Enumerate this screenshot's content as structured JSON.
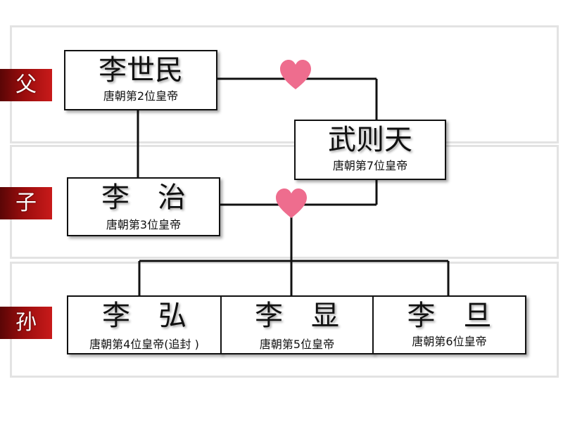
{
  "generations": {
    "father": "父",
    "son": "子",
    "grandson": "孙"
  },
  "people": {
    "li_shimin": {
      "name": "李世民",
      "note": "唐朝第2位皇帝"
    },
    "wu_zetian": {
      "name": "武则天",
      "note": "唐朝第7位皇帝"
    },
    "li_zhi": {
      "name": "李　治",
      "note": "唐朝第3位皇帝"
    },
    "li_hong": {
      "name": "李　弘",
      "note": "唐朝第4位皇帝(追封 )"
    },
    "li_xian": {
      "name": "李　显",
      "note": "唐朝第5位皇帝"
    },
    "li_dan": {
      "name": "李　旦",
      "note": "唐朝第6位皇帝"
    }
  },
  "colors": {
    "heart": "#ee6d8e",
    "tab": "#a50f0f",
    "line": "#111111"
  }
}
